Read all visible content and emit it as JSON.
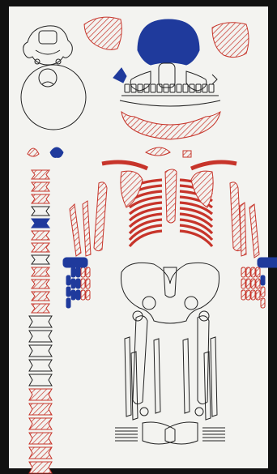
{
  "figure": {
    "description_free": true,
    "colors": {
      "paper": "#f3f3f0",
      "ink_outline": "#222222",
      "hatch_red": "#c7342a",
      "fill_blue": "#1f3a9c",
      "background": "#111111"
    },
    "icons": {
      "hatched_bone": "red-hatch-pattern",
      "solid_bone": "blue-solid-fill",
      "outlined_bone": "black-outline"
    }
  }
}
